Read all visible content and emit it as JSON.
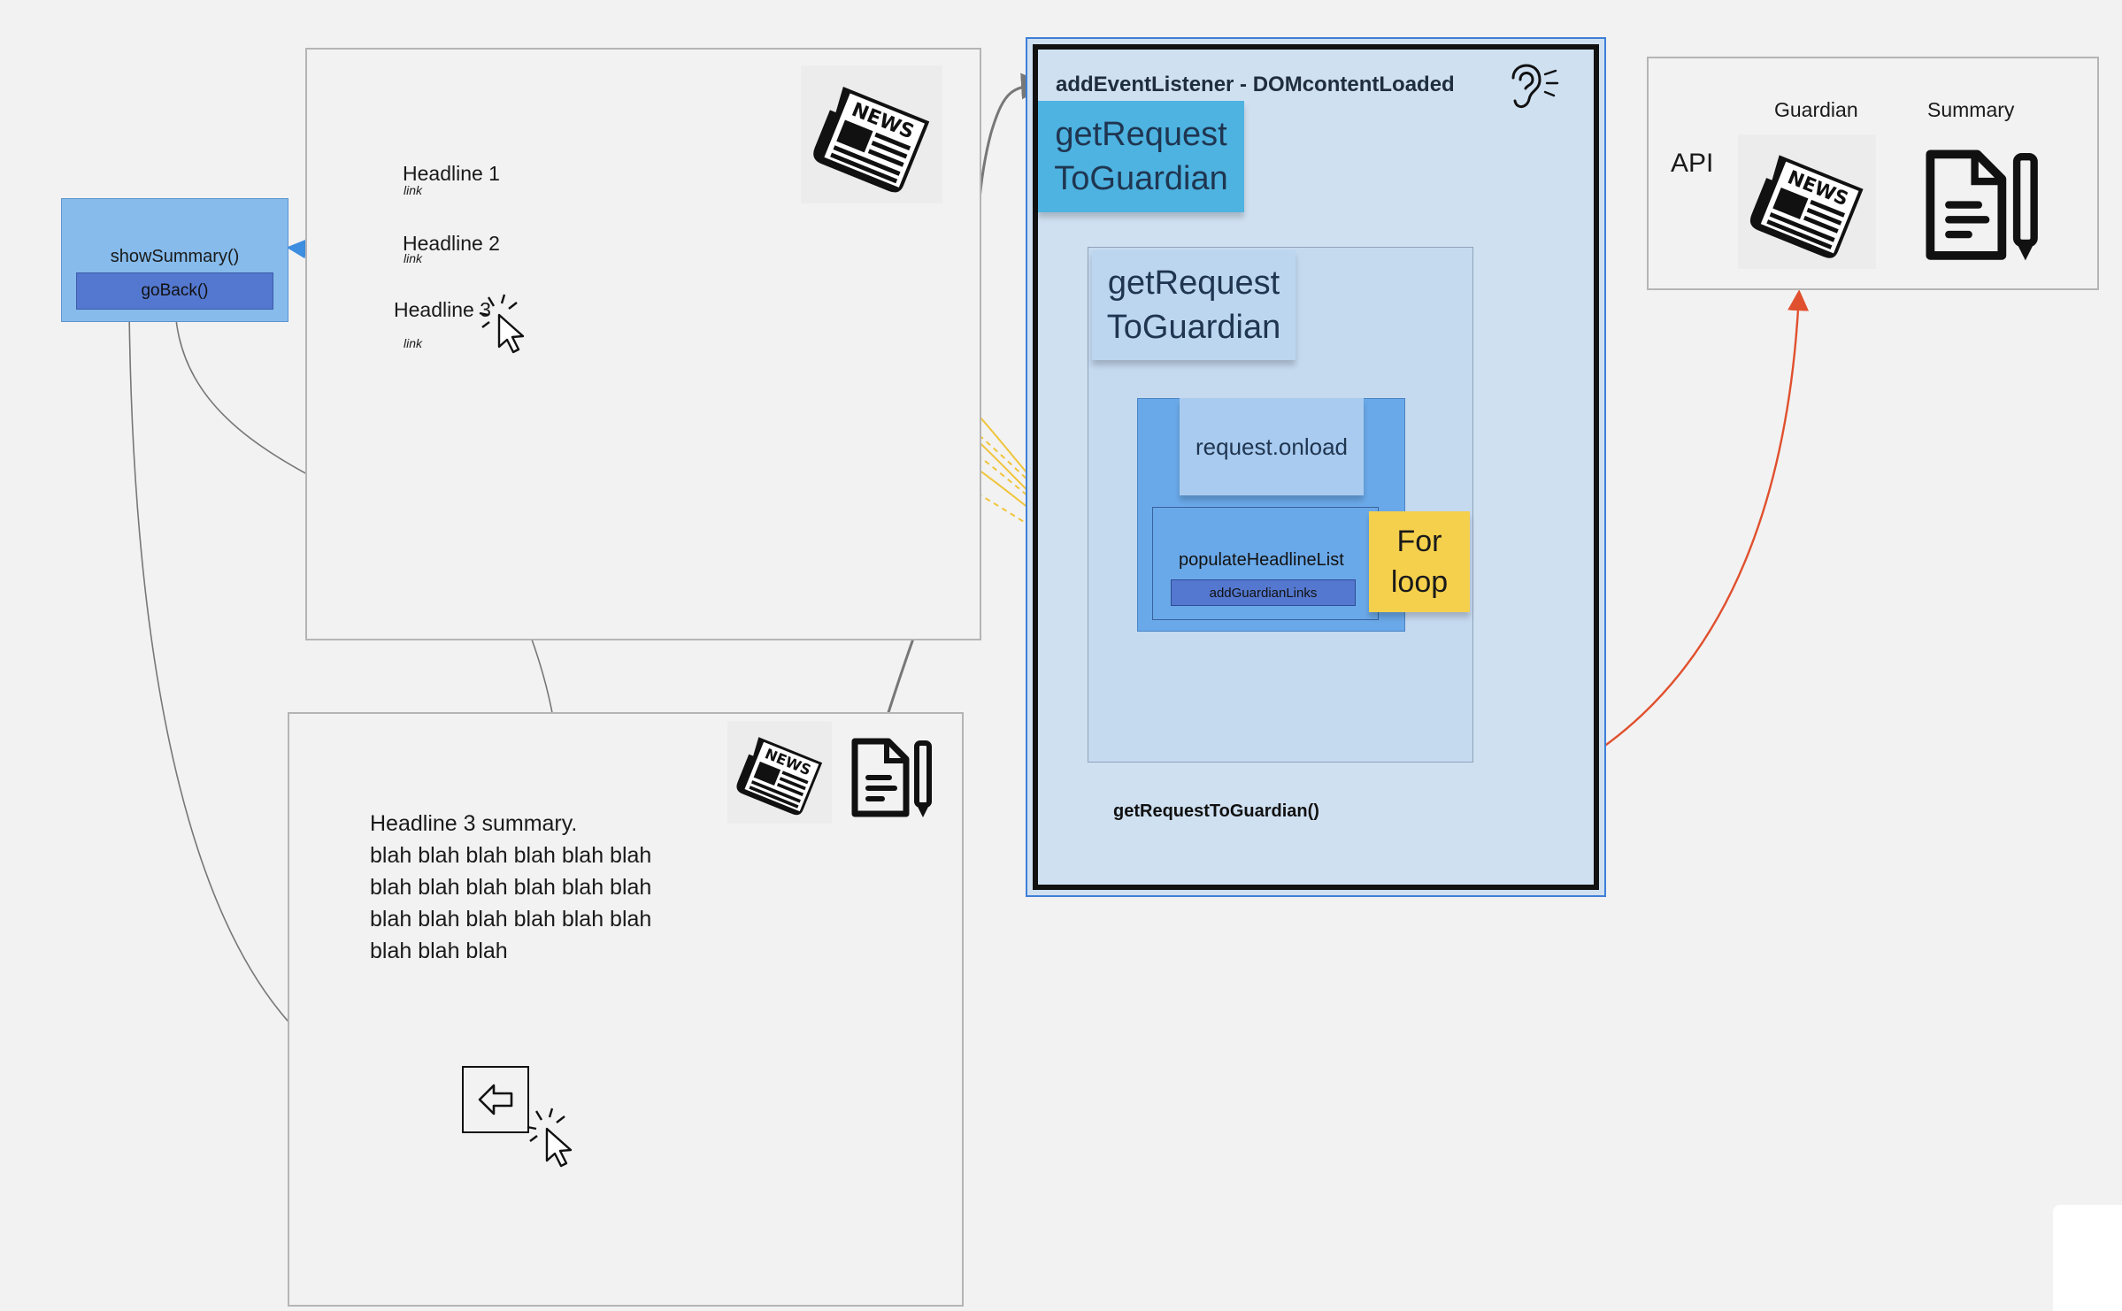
{
  "headlines_panel": {
    "items": [
      {
        "title": "Headline 1",
        "link": "link"
      },
      {
        "title": "Headline 2",
        "link": "link"
      },
      {
        "title": "Headline 3",
        "link": "link"
      }
    ]
  },
  "show_summary": {
    "label": "showSummary()",
    "go_back": "goBack()"
  },
  "summary_panel": {
    "lines": [
      "Headline 3  summary.",
      "blah blah blah blah blah blah",
      "blah blah blah blah blah blah",
      "blah blah blah blah blah blah",
      "blah blah blah"
    ]
  },
  "listener_panel": {
    "title": "addEventListener - DOMcontentLoaded",
    "sticky_outer": "getRequest ToGuardian",
    "sticky_inner": "getRequest ToGuardian",
    "request_onload": "request.onload",
    "populate": "populateHeadlineList",
    "add_links": "addGuardianLinks",
    "for_loop": "For loop",
    "call": "getRequestToGuardian()"
  },
  "api_panel": {
    "label": "API",
    "guardian": "Guardian",
    "summary": "Summary"
  },
  "icons": [
    "newspaper-icon",
    "ear-icon",
    "document-pen-icon",
    "back-arrow-icon",
    "cursor-click-icon"
  ],
  "colors": {
    "canvas": "#f2f2f2",
    "frame_border": "#b5b5b5",
    "listener_fill": "#cfe0f1",
    "sticky_blue": "#4eb3e0",
    "sticky_light_blue": "#bcd6f0",
    "box_blue": "#6aa9e9",
    "dark_blue_button": "#5478cf",
    "sticky_yellow": "#f5d04c",
    "yellow_wire": "#f0c43a",
    "red_wire": "#e0502e",
    "blue_wire": "#3d8de0",
    "gray_wire": "#777777"
  }
}
